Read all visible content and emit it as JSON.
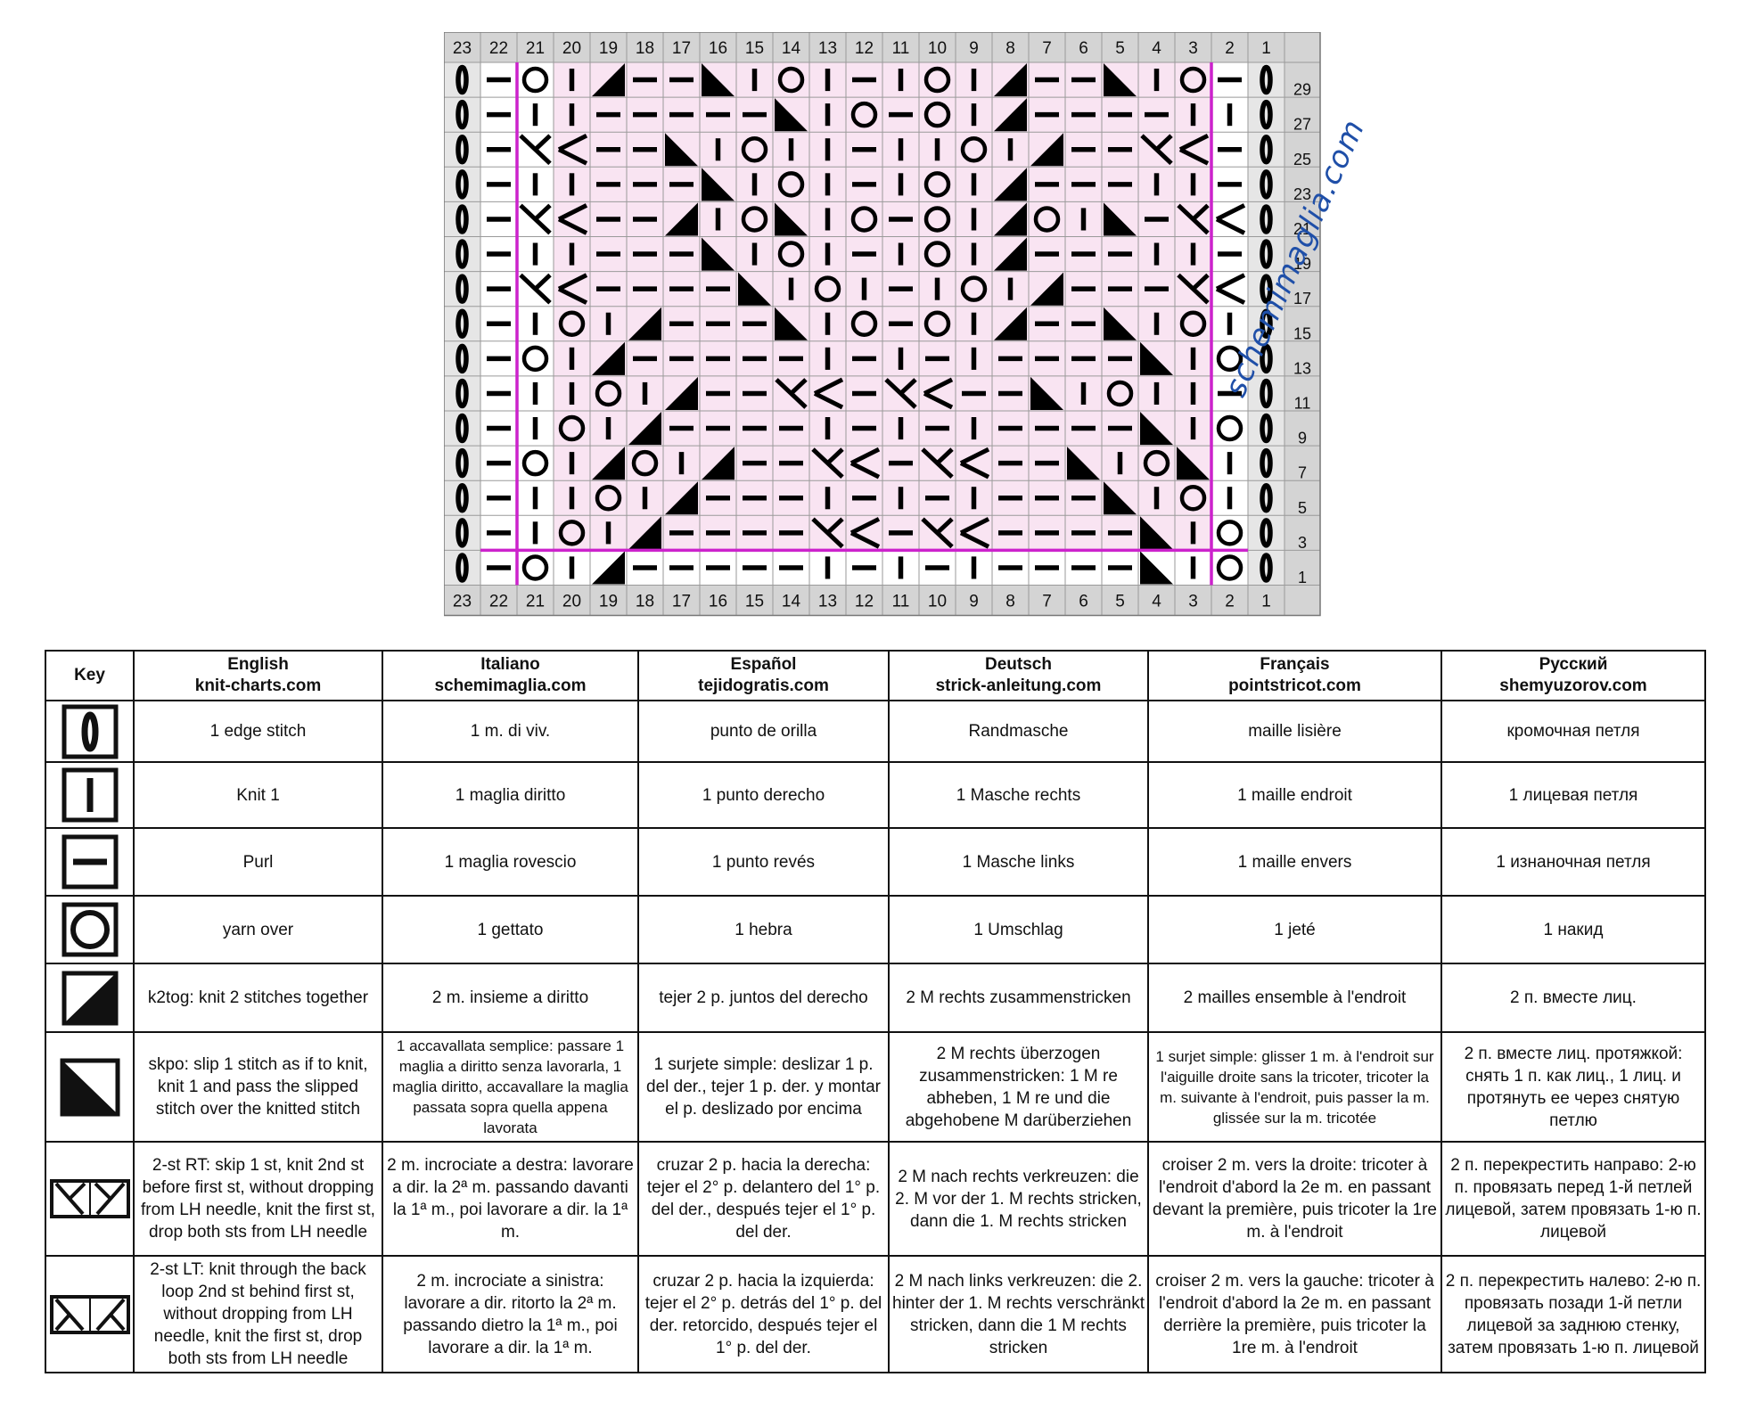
{
  "chart": {
    "column_numbers": [
      "23",
      "22",
      "21",
      "20",
      "19",
      "18",
      "17",
      "16",
      "15",
      "14",
      "13",
      "12",
      "11",
      "10",
      "9",
      "8",
      "7",
      "6",
      "5",
      "4",
      "3",
      "2",
      "1"
    ],
    "row_numbers": [
      "29",
      "27",
      "25",
      "23",
      "21",
      "19",
      "17",
      "15",
      "13",
      "11",
      "9",
      "7",
      "5",
      "3",
      "1"
    ],
    "legend": {
      "E": "edge-stitch",
      "K": "knit",
      "P": "purl",
      "O": "yarn-over",
      "L": "k2tog",
      "R": "skpo",
      "X": "2-st-RT",
      "Y": "2-st-LT"
    },
    "rows": [
      "EPOKLPPRKOKPKOKLPPRKOPE",
      "EPKKPPPPPRKOPOKLPPPPKKE",
      "EPXXPPRKOKKPKKOKLPPXXPE",
      "EPKKPPPRKOKPKOKLPPPKKPE",
      "EPXXPPLKORKOPOKLOKRPXXE",
      "EPKKPPPRKOKPKOKLPPPKKPE",
      "EPXXPPPPRKOKPKOKLPPPXXE",
      "EPKOKLPPPRKOPOKLPPRKOKE",
      "EPOKLPPPPPKPKPKPPPPRKOE",
      "EPKKOKLPPXXPXXPPRKOKKPE",
      "EPKOKLPPPPKPKPKPPPPRKOE",
      "EPOKLOKLPPXXPXXPPRKORKE",
      "EPKKOKLPPPKPKPKPPPRKOKE",
      "EPKOKLPPPPXXPXXPPPPRKOE",
      "EPOKLPPPPPKPKPKPPPPRKOE"
    ],
    "colors": {
      "highlight": "#f9e4f2",
      "border": "#cc22cc",
      "header": "#d4d4d4"
    }
  },
  "watermark": "schemimaglia.com",
  "key_table": {
    "headers": [
      {
        "lang": "Key",
        "site": ""
      },
      {
        "lang": "English",
        "site": "knit-charts.com"
      },
      {
        "lang": "Italiano",
        "site": "schemimaglia.com"
      },
      {
        "lang": "Español",
        "site": "tejidogratis.com"
      },
      {
        "lang": "Deutsch",
        "site": "strick-anleitung.com"
      },
      {
        "lang": "Français",
        "site": "pointstricot.com"
      },
      {
        "lang": "Русский",
        "site": "shemyuzorov.com"
      }
    ],
    "rows": [
      {
        "symbol": "edge-stitch",
        "cells": [
          "1 edge stitch",
          "1 m. di viv.",
          "punto de orilla",
          "Randmasche",
          "maille lisière",
          "кромочная петля"
        ]
      },
      {
        "symbol": "knit",
        "cells": [
          "Knit 1",
          "1 maglia diritto",
          "1 punto derecho",
          "1 Masche rechts",
          "1 maille endroit",
          "1 лицевая петля"
        ]
      },
      {
        "symbol": "purl",
        "cells": [
          "Purl",
          "1 maglia rovescio",
          "1 punto revés",
          "1 Masche links",
          "1 maille envers",
          "1 изнаночная петля"
        ]
      },
      {
        "symbol": "yarn-over",
        "cells": [
          "yarn over",
          "1 gettato",
          "1 hebra",
          "1 Umschlag",
          "1 jeté",
          "1 накид"
        ]
      },
      {
        "symbol": "k2tog",
        "cells": [
          "k2tog: knit 2 stitches together",
          "2 m. insieme a diritto",
          "tejer 2 p. juntos del derecho",
          "2 M rechts zusammenstricken",
          "2 mailles ensemble à l'endroit",
          "2 п. вместе лиц."
        ]
      },
      {
        "symbol": "skpo",
        "cells": [
          "skpo: slip 1 stitch as if to knit, knit 1 and pass the slipped stitch over the knitted stitch",
          "1 accavallata semplice: passare 1 maglia a diritto senza lavorarla, 1 maglia diritto, accavallare la maglia passata sopra quella appena lavorata",
          "1 surjete simple: deslizar 1 p. del der., tejer 1 p. der. y montar el p. deslizado por encima",
          "2 M rechts überzogen zusammenstricken: 1 M re abheben, 1 M re und die abgehobene M darüberziehen",
          "1 surjet simple: glisser 1 m. à l'endroit sur l'aiguille droite sans la tricoter, tricoter la m. suivante à l'endroit, puis passer la m. glissée sur la m. tricotée",
          "2 п. вместе лиц. протяжкой: снять 1 п. как лиц., 1 лиц. и протянуть ее через снятую петлю"
        ]
      },
      {
        "symbol": "2-st-RT",
        "cells": [
          "2-st RT: skip 1 st, knit 2nd st before first st, without dropping from LH needle, knit the first st, drop both sts from LH needle",
          "2 m. incrociate a destra: lavorare a dir. la 2ª m. passando davanti la 1ª m., poi lavorare a dir. la 1ª m.",
          "cruzar 2 p. hacia la derecha: tejer el 2° p. delantero del 1° p. del der., después tejer el 1° p. del der.",
          "2 M nach rechts verkreuzen: die 2. M vor der 1. M rechts stricken, dann die 1. M rechts stricken",
          "croiser 2 m. vers la droite: tricoter à l'endroit d'abord la 2e m. en passant devant la première, puis tricoter la 1re m. à l'endroit",
          "2 п. перекрестить направо: 2-ю п. провязать перед 1-й петлей лицевой, затем провязать 1-ю п. лицевой"
        ]
      },
      {
        "symbol": "2-st-LT",
        "cells": [
          "2-st LT: knit through the back loop 2nd st behind first st, without dropping from LH needle, knit the first st, drop both sts from LH needle",
          "2 m. incrociate a sinistra: lavorare a dir. ritorto la 2ª m. passando dietro la 1ª m., poi lavorare a dir. la 1ª m.",
          "cruzar 2 p. hacia la izquierda: tejer el 2° p. detrás del 1° p. del der. retorcido, después tejer el 1° p. del der.",
          "2 M nach links verkreuzen: die 2. hinter der 1. M rechts verschränkt stricken, dann die 1 M rechts stricken",
          "croiser 2 m. vers la gauche: tricoter à l'endroit d'abord la 2e m. en passant derrière la première, puis tricoter la 1re m. à l'endroit",
          "2 п. перекрестить налево: 2-ю п. провязать позади 1-й петли лицевой за заднюю стенку, затем провязать 1-ю п. лицевой"
        ]
      }
    ]
  }
}
